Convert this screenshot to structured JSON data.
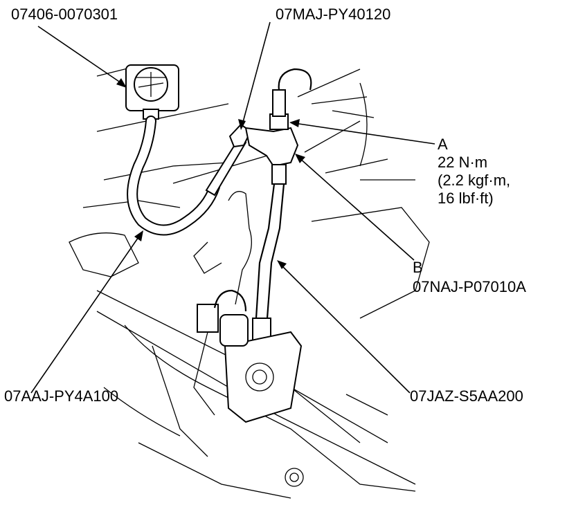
{
  "labels": {
    "gauge_part": "07406-0070301",
    "adapter_part": "07MAJ-PY40120",
    "point_a": "A",
    "torque_nm": "22 N·m",
    "torque_kgf": "(2.2 kgf·m,",
    "torque_lbf": "16 lbf·ft)",
    "point_b": "B",
    "b_part": "07NAJ-P07010A",
    "hose_part": "07AAJ-PY4A100",
    "joint_part": "07JAZ-S5AA200"
  },
  "colors": {
    "line": "#000000",
    "background": "#ffffff"
  }
}
